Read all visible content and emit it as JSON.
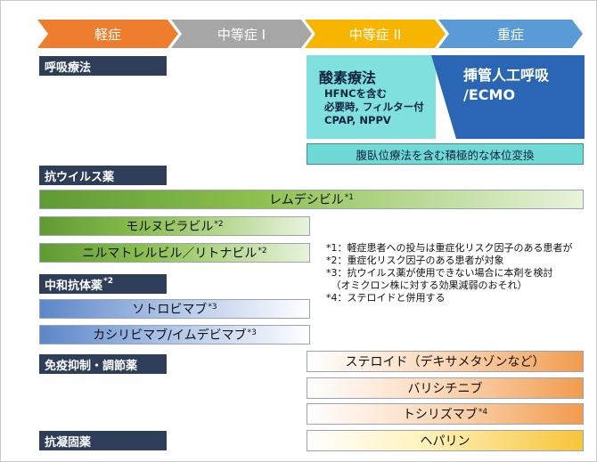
{
  "severity": [
    "軽症",
    "中等症 I",
    "中等症 II",
    "重症"
  ],
  "categories": {
    "respiratory": "呼吸療法",
    "antiviral": "抗ウイルス薬",
    "antibody": "中和抗体薬",
    "immune": "免疫抑制・調節薬",
    "anticoag": "抗凝固薬"
  },
  "antibody_sup": "*2",
  "oxygen": {
    "title": "酸素療法",
    "lines": [
      "HFNCを含む",
      "必要時, フィルター付",
      "CPAP, NPPV"
    ]
  },
  "ventilation": {
    "line1": "挿管人工呼吸",
    "line2": "/ECMO"
  },
  "prone": "腹臥位療法を含む積極的な体位変換",
  "drugs": {
    "remdesivir": {
      "name": "レムデシビル",
      "sup": "*1"
    },
    "molnupiravir": {
      "name": "モルヌピラビル",
      "sup": "*2"
    },
    "nirmatrelvir": {
      "name": "ニルマトレルビル／リトナビル",
      "sup": "*2"
    },
    "sotrovimab": {
      "name": "ソトロビマブ",
      "sup": "*3"
    },
    "casirivimab": {
      "name": "カシリビマブ/イムデビマブ",
      "sup": "*3"
    },
    "steroid": {
      "name": "ステロイド（デキサメタゾンなど）"
    },
    "baricitinib": {
      "name": "バリシチニブ"
    },
    "tocilizumab": {
      "name": "トシリズマブ",
      "sup": "*4"
    },
    "heparin": {
      "name": "ヘパリン"
    }
  },
  "notes": [
    "*1：軽症患者への投与は重症化リスク因子のある患者が",
    "*2：重症化リスク因子のある患者が対象",
    "*3：抗ウイルス薬が使用できない場合に本剤を検討",
    "　（オミクロン株に対する効果減弱のおそれ）",
    "*4：ステロイドと併用する"
  ],
  "colors": {
    "mild": "#ef7d2e",
    "moderate1": "#a6a6a6",
    "moderate2": "#f7b500",
    "severe": "#5b9bd5",
    "header": "#2e3e58",
    "oxygen": "#7fe0dd",
    "ventilation": "#2a66b4"
  }
}
